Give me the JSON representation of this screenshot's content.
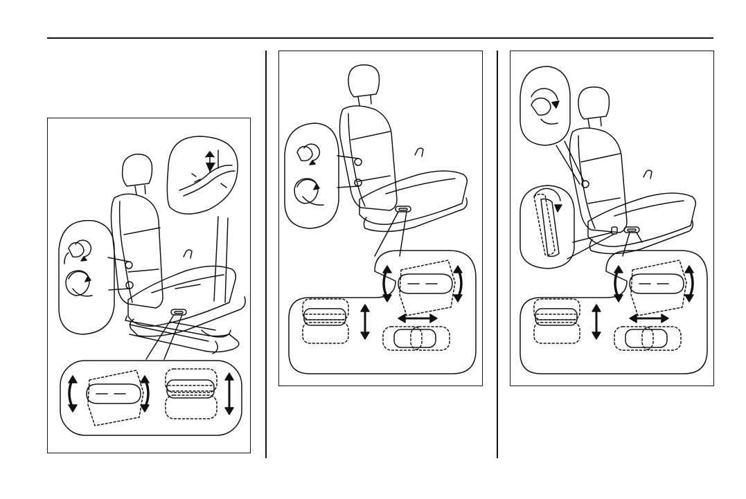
{
  "page": {
    "header_rule": true,
    "column_dividers": 2
  },
  "illustrations": [
    {
      "id": "seat-manual-recline-lift",
      "icons": [
        "seat-icon",
        "recline-knob-icon",
        "lumbar-knob-icon",
        "seat-adjust-switch-icon",
        "rail-lever-icon"
      ]
    },
    {
      "id": "seat-power-6way",
      "icons": [
        "seat-icon",
        "recline-knob-icon",
        "lumbar-knob-icon",
        "seat-adjust-switch-icon"
      ]
    },
    {
      "id": "seat-power-recline",
      "icons": [
        "seat-icon",
        "recline-knob-icon",
        "recline-lever-icon",
        "seat-adjust-switch-icon"
      ]
    }
  ]
}
